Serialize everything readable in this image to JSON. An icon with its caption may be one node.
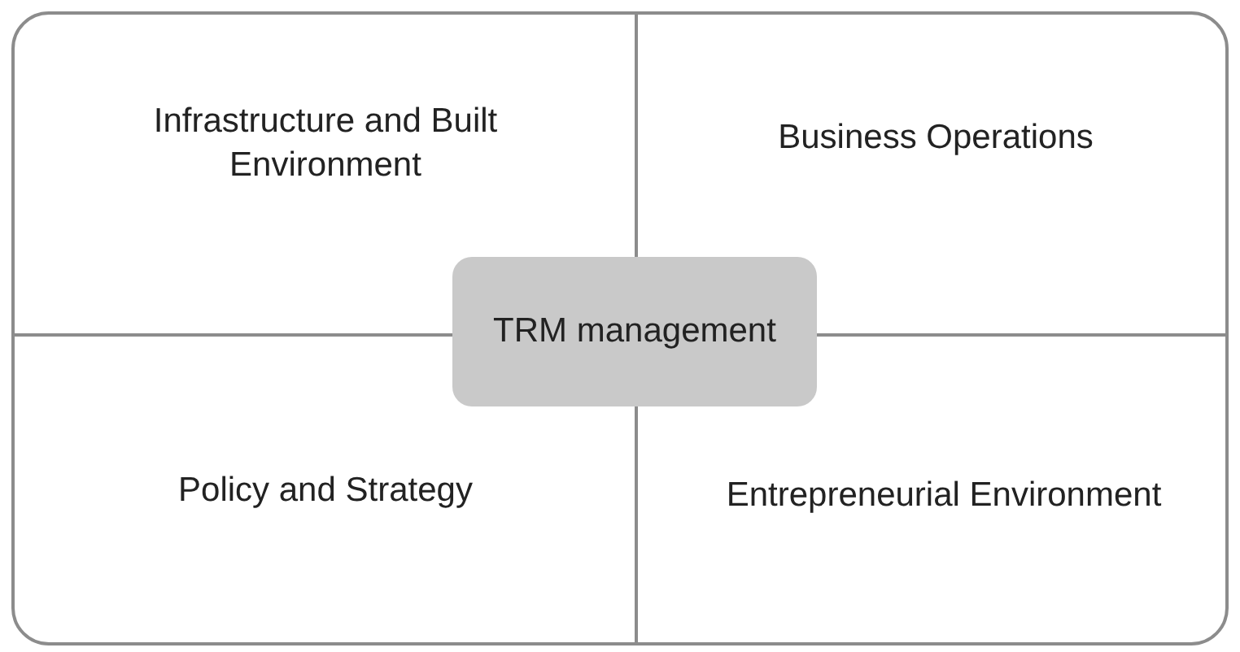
{
  "diagram": {
    "nodes": [
      {
        "text": [
          "Infrastructure and Built Environment"
        ]
      },
      {
        "text": [
          "Business Operations"
        ]
      },
      {
        "text": [
          "Policy and Strategy"
        ]
      },
      {
        "text": [
          "Entrepreneurial Environment"
        ]
      },
      {
        "text": [
          "TRM management"
        ]
      }
    ],
    "edges": []
  }
}
